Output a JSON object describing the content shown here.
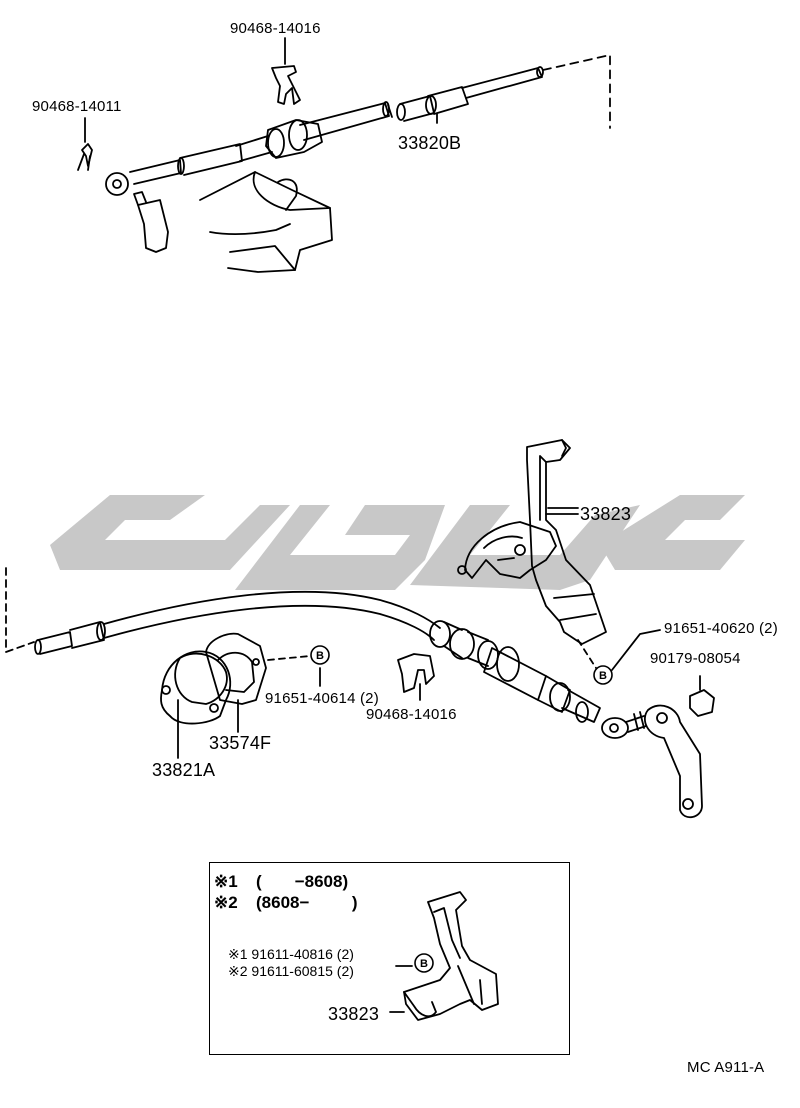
{
  "parts": {
    "clip_top": "90468-14016",
    "pin_top": "90468-14011",
    "cable_top": "33820B",
    "bracket": "33823",
    "bolt_right": "91651-40620 (2)",
    "nut_right": "90179-08054",
    "bolt_left": "91651-40614 (2)",
    "clip_bottom": "90468-14016",
    "gasket": "33574F",
    "retainer": "33821A"
  },
  "symbols": {
    "bolt_marker": "B"
  },
  "inset": {
    "row1_mark": "※1",
    "row1_range": "(       −8608)",
    "row2_mark": "※2",
    "row2_range": "(8608−         )",
    "note1": "※1 91611-40816 (2)",
    "note2": "※2 91611-60815 (2)",
    "part": "33823"
  },
  "footer_code": "MC  A911-A",
  "colors": {
    "line": "#000000",
    "watermark": "#c8c8c8",
    "background": "#ffffff"
  }
}
